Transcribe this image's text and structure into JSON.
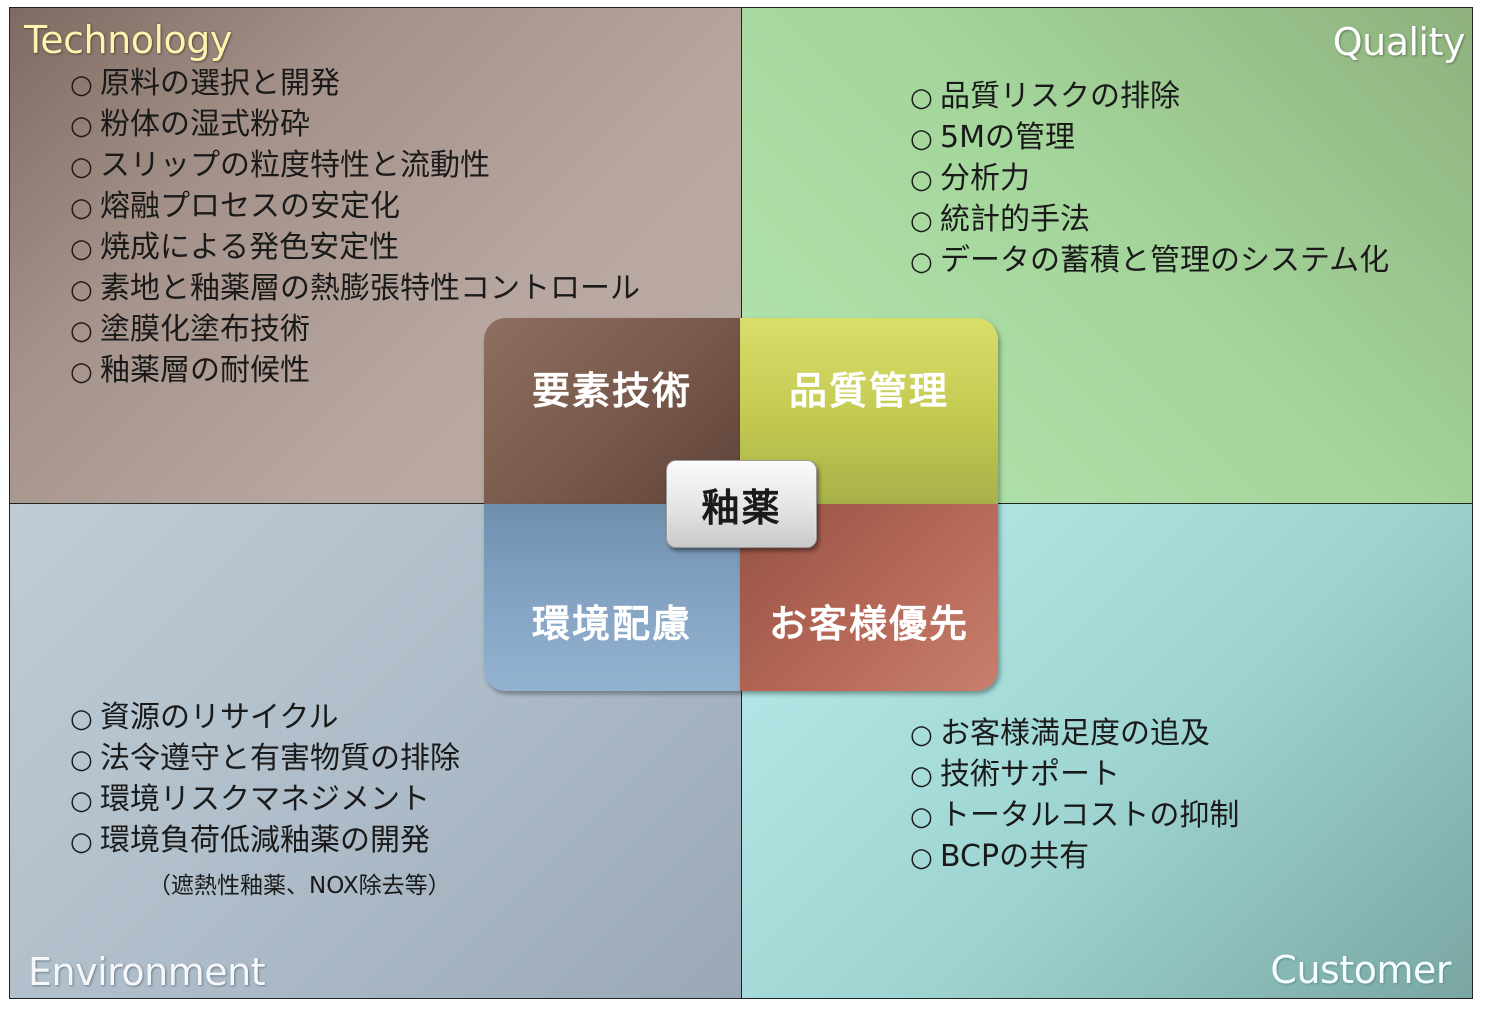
{
  "corners": {
    "technology": "Technology",
    "quality": "Quality",
    "environment": "Environment",
    "customer": "Customer"
  },
  "bullet_symbol": "○",
  "technology_items": [
    "原料の選択と開発",
    "粉体の湿式粉砕",
    "スリップの粒度特性と流動性",
    "熔融プロセスの安定化",
    "焼成による発色安定性",
    "素地と釉薬層の熱膨張特性コントロール",
    "塗膜化塗布技術",
    "釉薬層の耐候性"
  ],
  "quality_items": [
    "品質リスクの排除",
    "5Mの管理",
    "分析力",
    "統計的手法",
    "データの蓄積と管理のシステム化"
  ],
  "environment_items": [
    "資源のリサイクル",
    "法令遵守と有害物質の排除",
    "環境リスクマネジメント",
    "環境負荷低減釉薬の開発"
  ],
  "environment_note": "（遮熱性釉薬、NOX除去等）",
  "customer_items": [
    "お客様満足度の追及",
    "技術サポート",
    "トータルコストの抑制",
    "BCPの共有"
  ],
  "center": {
    "top_left": "要素技術",
    "top_right": "品質管理",
    "bottom_left": "環境配慮",
    "bottom_right": "お客様優先",
    "core": "釉薬"
  },
  "colors": {
    "technology_bg": "#b7a7a0",
    "quality_bg": "#b3e6ae",
    "environment_bg": "#bfccd6",
    "customer_bg": "#b7edec",
    "tech_box": "#7a5a4c",
    "quality_box": "#c2c950",
    "env_box": "#84a3c2",
    "customer_box": "#b46655"
  }
}
